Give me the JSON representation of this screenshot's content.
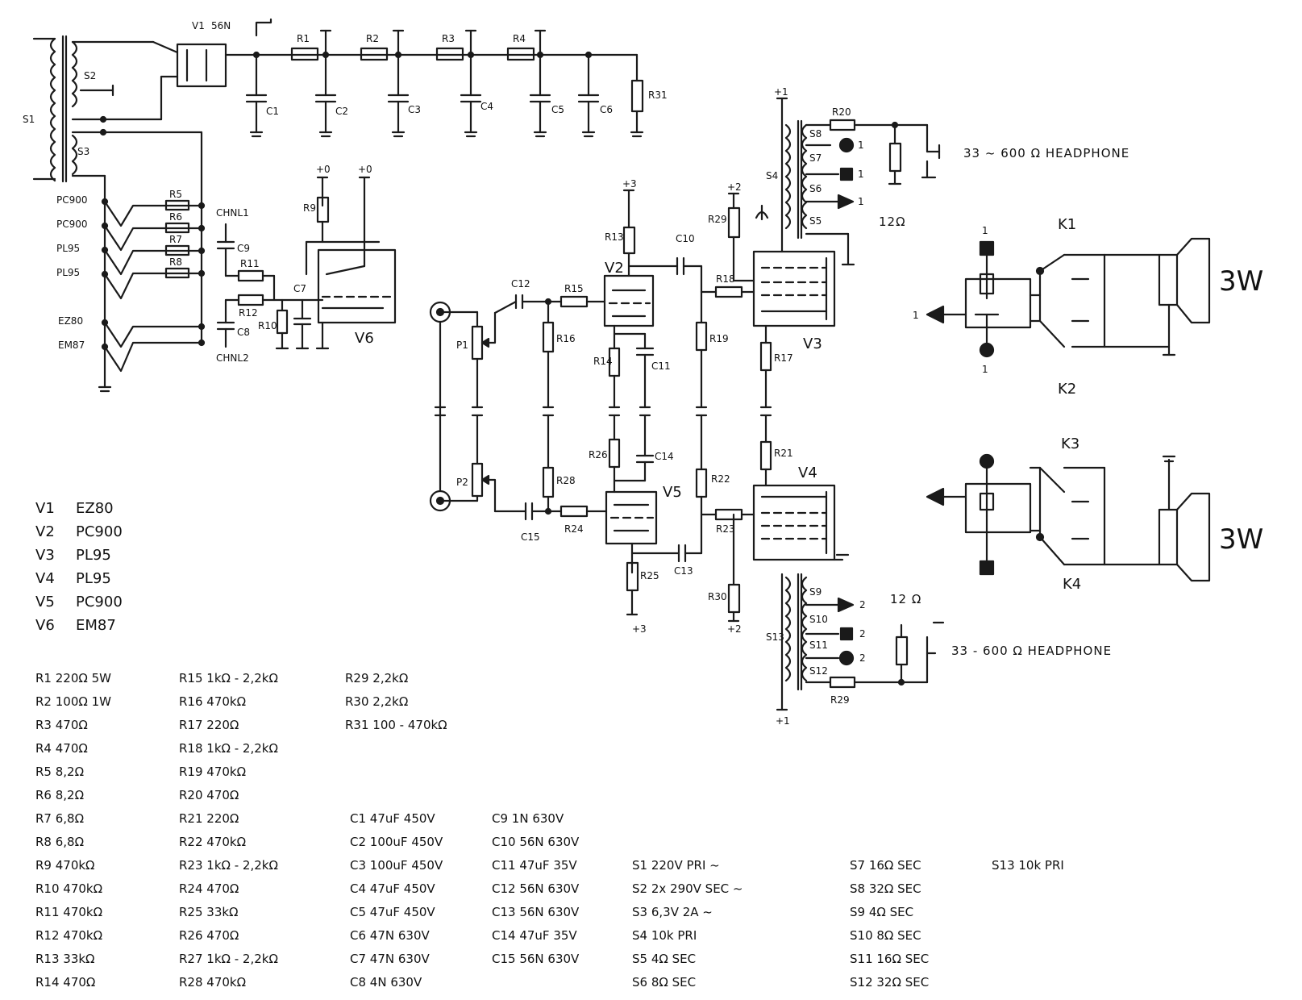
{
  "transformer": {
    "primary": "S1",
    "secondary_hv": "S2",
    "secondary_heater": "S3",
    "rectifier": "V1",
    "rectifier_value": "56N"
  },
  "filter_chain": [
    "R1",
    "R2",
    "R3",
    "R4"
  ],
  "filter_caps": [
    "C1",
    "C2",
    "C3",
    "C4",
    "C5",
    "C6"
  ],
  "bleeder": "R31",
  "heater_chain": {
    "tubes": [
      "PC900",
      "PC900",
      "PL95",
      "PL95",
      "EZ80",
      "EM87"
    ],
    "resistors": [
      "R5",
      "R6",
      "R7",
      "R8"
    ]
  },
  "indicator": {
    "tube": "V6",
    "chnl1": "CHNL1",
    "chnl2": "CHNL2",
    "parts": [
      "C9",
      "R11",
      "R12",
      "R10",
      "C7",
      "C8",
      "R9"
    ],
    "supply": "+0"
  },
  "amp": {
    "pots": [
      "P1",
      "P2"
    ],
    "tubes": [
      "V2",
      "V5",
      "V3",
      "V4"
    ],
    "parts_top": [
      "C12",
      "R15",
      "R16",
      "R13",
      "R14",
      "C11",
      "C10",
      "R18",
      "R19",
      "R29",
      "R17"
    ],
    "parts_bottom": [
      "C15",
      "R24",
      "R26",
      "C14",
      "R28",
      "R25",
      "C13",
      "R22",
      "R23",
      "R30",
      "R21"
    ],
    "supplies": [
      "+3",
      "+2",
      "+1"
    ]
  },
  "out_top": {
    "transformer": "S4",
    "taps": [
      "S8",
      "S7",
      "S6",
      "S5"
    ],
    "resistor": "R20",
    "out_label": "1",
    "impedance": "12Ω",
    "headphone": "33 ~ 600 Ω  HEADPHONE"
  },
  "out_bottom": {
    "transformer": "S13",
    "taps": [
      "S9",
      "S10",
      "S11",
      "S12"
    ],
    "resistor": "R29",
    "out_label": "2",
    "impedance": "12 Ω",
    "headphone": "33 - 600 Ω  HEADPHONE"
  },
  "switches": {
    "top": [
      "K1",
      "K2"
    ],
    "bottom": [
      "K3",
      "K4"
    ],
    "speaker_power": "3W"
  },
  "tube_legend": [
    {
      "id": "V1",
      "type": "EZ80"
    },
    {
      "id": "V2",
      "type": "PC900"
    },
    {
      "id": "V3",
      "type": "PL95"
    },
    {
      "id": "V4",
      "type": "PL95"
    },
    {
      "id": "V5",
      "type": "PC900"
    },
    {
      "id": "V6",
      "type": "EM87"
    }
  ],
  "parts_list": [
    [
      "R1 220Ω 5W",
      "R2 100Ω 1W",
      "R3 470Ω",
      "R4 470Ω",
      "R5 8,2Ω",
      "R6 8,2Ω",
      "R7 6,8Ω",
      "R8 6,8Ω",
      "R9 470kΩ",
      "R10 470kΩ",
      "R11 470kΩ",
      "R12 470kΩ",
      "R13 33kΩ",
      "R14 470Ω"
    ],
    [
      "R15 1kΩ - 2,2kΩ",
      "R16 470kΩ",
      "R17 220Ω",
      "R18 1kΩ - 2,2kΩ",
      "R19 470kΩ",
      "R20 470Ω",
      "R21 220Ω",
      "R22 470kΩ",
      "R23 1kΩ - 2,2kΩ",
      "R24 470Ω",
      "R25 33kΩ",
      "R26 470Ω",
      "R27 1kΩ - 2,2kΩ",
      "R28 470kΩ"
    ],
    [
      "R29 2,2kΩ",
      "R30 2,2kΩ",
      "R31 100 - 470kΩ"
    ],
    [
      "C1 47uF 450V",
      "C2 100uF 450V",
      "C3 100uF 450V",
      "C4 47uF 450V",
      "C5 47uF 450V",
      "C6 47N 630V",
      "C7 47N 630V",
      "C8 4N 630V"
    ],
    [
      "C9 1N 630V",
      "C10 56N 630V",
      "C11 47uF 35V",
      "C12 56N 630V",
      "C13 56N 630V",
      "C14 47uF 35V",
      "C15 56N 630V"
    ],
    [
      "S1 220V PRI ~",
      "S2 2x 290V SEC ~",
      "S3 6,3V 2A ~",
      "S4 10k PRI",
      "S5 4Ω SEC",
      "S6 8Ω SEC"
    ],
    [
      "S7 16Ω SEC",
      "S8 32Ω SEC",
      "S9 4Ω SEC",
      "S10 8Ω SEC",
      "S11 16Ω SEC",
      "S12 32Ω SEC"
    ],
    [
      "S13 10k PRI"
    ]
  ]
}
